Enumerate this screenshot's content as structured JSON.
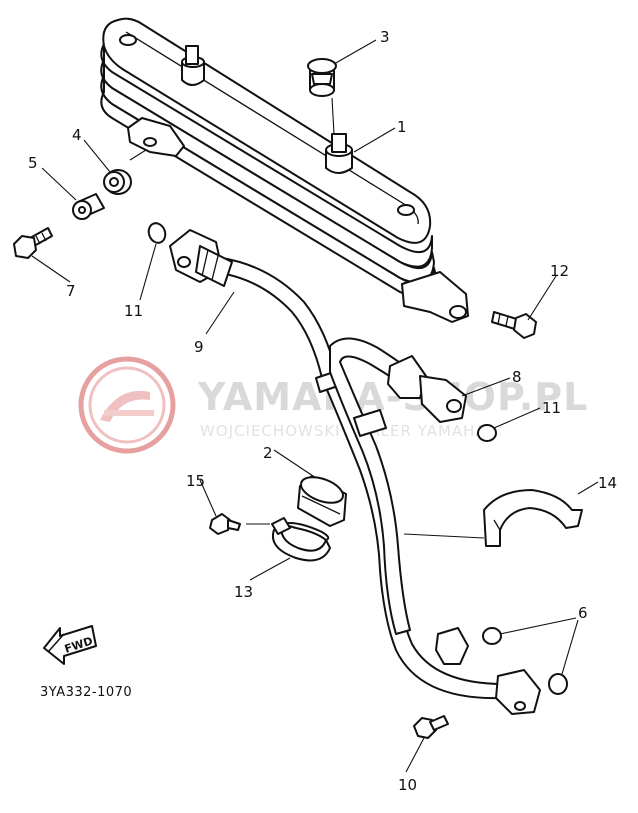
{
  "diagram_code": "3YA332-1070",
  "fwd_label": "FWD",
  "watermark": {
    "brand": "YAMAHA-SHOP.PL",
    "sub": "WOJCIECHOWSKI DEALER YAMAHA",
    "color": "#e6a0a0"
  },
  "callouts": [
    {
      "id": "c1",
      "label": "1"
    },
    {
      "id": "c2",
      "label": "2"
    },
    {
      "id": "c3",
      "label": "3"
    },
    {
      "id": "c4",
      "label": "4"
    },
    {
      "id": "c5",
      "label": "5"
    },
    {
      "id": "c6",
      "label": "6"
    },
    {
      "id": "c7",
      "label": "7"
    },
    {
      "id": "c8",
      "label": "8"
    },
    {
      "id": "c9",
      "label": "9"
    },
    {
      "id": "c10",
      "label": "10"
    },
    {
      "id": "c11a",
      "label": "11"
    },
    {
      "id": "c11b",
      "label": "11"
    },
    {
      "id": "c12",
      "label": "12"
    },
    {
      "id": "c13",
      "label": "13"
    },
    {
      "id": "c14",
      "label": "14"
    },
    {
      "id": "c15",
      "label": "15"
    }
  ]
}
